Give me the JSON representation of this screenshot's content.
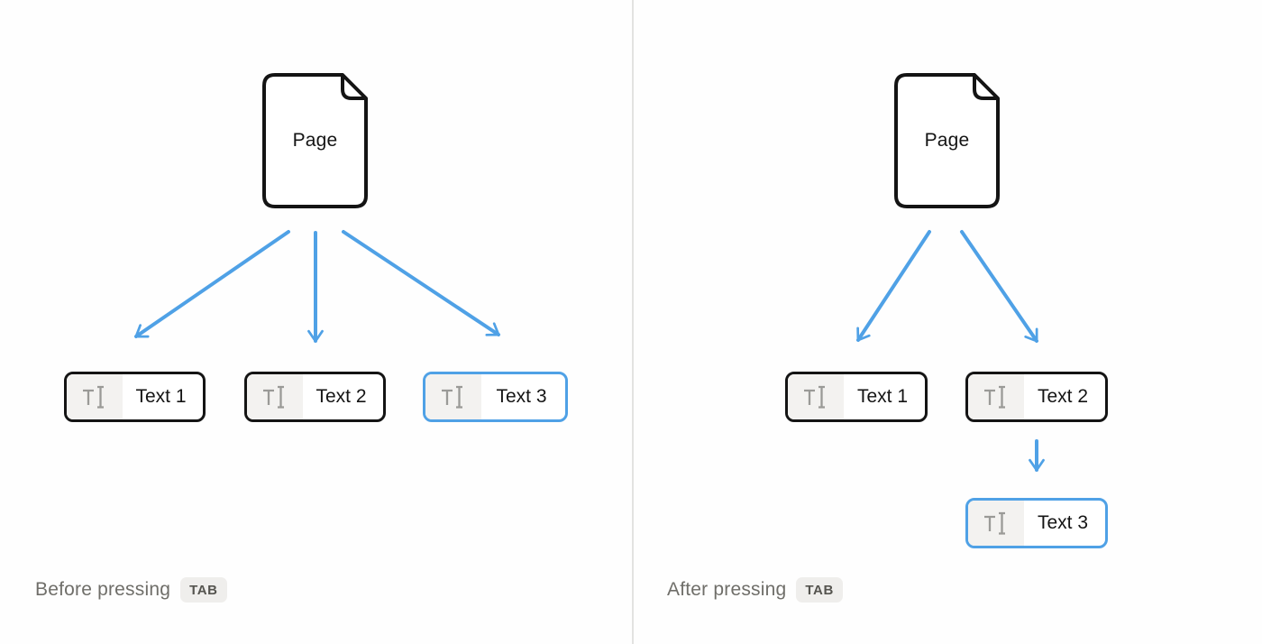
{
  "colors": {
    "background": "#fefefe",
    "ink": "#141414",
    "block_border": "#141414",
    "accent": "#4fa1e6",
    "icon_bg": "#f3f2f0",
    "icon_gray": "#9a9a97",
    "caption": "#6f6e69",
    "badge_bg": "#efeeec",
    "badge_text": "#55544f",
    "divider": "#e3e3e1"
  },
  "panels": [
    {
      "id": "before",
      "page_label": "Page",
      "blocks": [
        {
          "label": "Text 1",
          "selected": false
        },
        {
          "label": "Text 2",
          "selected": false
        },
        {
          "label": "Text 3",
          "selected": true
        }
      ],
      "caption": "Before pressing",
      "key_badge": "TAB"
    },
    {
      "id": "after",
      "page_label": "Page",
      "blocks": [
        {
          "label": "Text 1",
          "selected": false
        },
        {
          "label": "Text 2",
          "selected": false
        },
        {
          "label": "Text 3",
          "selected": true
        }
      ],
      "caption": "After pressing",
      "key_badge": "TAB"
    }
  ]
}
